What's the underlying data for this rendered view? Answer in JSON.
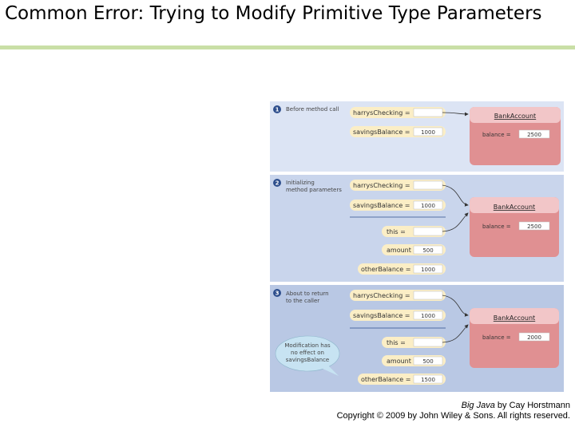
{
  "slide": {
    "title": "Common Error: Trying to Modify Primitive Type Parameters"
  },
  "colors": {
    "rule": "#c9dfa6",
    "panel1": "#dce4f4",
    "panel2": "#c9d5ec",
    "panel3": "#b9c8e4",
    "label_pill": "#fbeec6",
    "value_box": "#ffffff",
    "object_fill": "#e09092",
    "object_header": "#f2c6c8",
    "step_badge": "#2e4f8d",
    "callout": "#c7e3f2"
  },
  "diagram": {
    "panels": [
      {
        "step": "1",
        "caption": [
          "Before method call"
        ],
        "variables": [
          {
            "name": "harrysChecking =",
            "value": ""
          },
          {
            "name": "savingsBalance =",
            "value": "1000"
          }
        ],
        "object": {
          "class": "BankAccount",
          "field": "balance =",
          "value": "2500"
        }
      },
      {
        "step": "2",
        "caption": [
          "Initializing",
          "method parameters"
        ],
        "variables": [
          {
            "name": "harrysChecking =",
            "value": ""
          },
          {
            "name": "savingsBalance =",
            "value": "1000"
          },
          {
            "name": "this =",
            "value": ""
          },
          {
            "name": "amount =",
            "value": "500"
          },
          {
            "name": "otherBalance =",
            "value": "1000"
          }
        ],
        "object": {
          "class": "BankAccount",
          "field": "balance =",
          "value": "2500"
        }
      },
      {
        "step": "3",
        "caption": [
          "About to return",
          "to the caller"
        ],
        "variables": [
          {
            "name": "harrysChecking =",
            "value": ""
          },
          {
            "name": "savingsBalance =",
            "value": "1000"
          },
          {
            "name": "this =",
            "value": ""
          },
          {
            "name": "amount =",
            "value": "500"
          },
          {
            "name": "otherBalance =",
            "value": "1500"
          }
        ],
        "object": {
          "class": "BankAccount",
          "field": "balance =",
          "value": "2000"
        },
        "callout": [
          "Modification has",
          "no effect on",
          "savingsBalance"
        ]
      }
    ]
  },
  "credit": {
    "book": "Big Java",
    "author": " by Cay Horstmann",
    "copyright": "Copyright © 2009 by John Wiley & Sons. All rights reserved."
  }
}
